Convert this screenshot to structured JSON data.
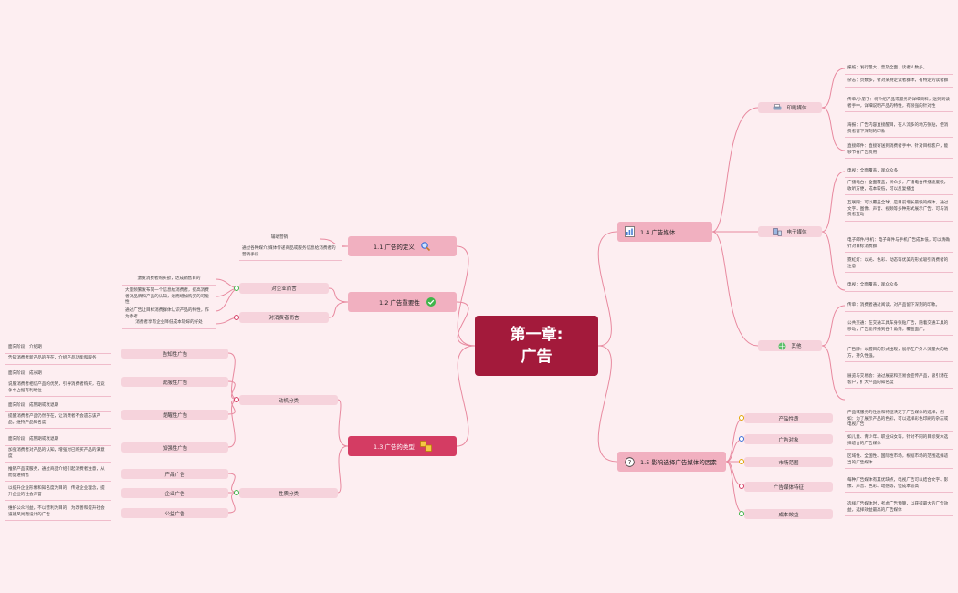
{
  "root": {
    "title_line1": "第一章:",
    "title_line2": "广告"
  },
  "topics": {
    "definition": {
      "label": "1.1 广告的定义",
      "children": [
        "辅助营销",
        "通过各种媒介/媒体传递商品或服务信息给消费者的营销手段"
      ],
      "leaves": []
    },
    "importance": {
      "label": "1.2 广告重要性",
      "children": [
        "对企业而言",
        "对消费者而言"
      ],
      "leaves_enterprise": [
        "激发消费者购买欲，达成销售目的",
        "大量频繁发布同一个信息给消费者，提高消费者对品牌和产品的认知，进而增加购买的可能性",
        "通过广告让目标消费群体认识产品的特性，作为参考"
      ],
      "leaves_consumer": [
        "消费者享有企业降低成本转嫁的好处"
      ]
    },
    "categories": {
      "label": "1.3 广告的类型",
      "motive_label": "动机分类",
      "nature_label": "性质分类",
      "motive_children": [
        "告知性广告",
        "说服性广告",
        "提醒性广告",
        "加强性广告"
      ],
      "motive_leaves": [
        [
          "面向阶段：介绍期",
          "告知消费者新产品的存在，介绍产品功能和服务"
        ],
        [
          "面向阶段：成长期",
          "说服消费者相信产品的优势，引导消费者购买，在竞争中占据有利地位"
        ],
        [
          "面向阶段：成熟期或衰退期",
          "提醒消费者产品仍然存在，让消费者不会遗忘该产品，维持产品知名度"
        ],
        [
          "面向阶段：成熟期或衰退期",
          "加强消费者对产品的认知，增强对已购买产品的满意度"
        ]
      ],
      "nature_children": [
        "产品广告",
        "企业广告",
        "公益广告"
      ],
      "nature_leaves": [
        "推销产品或服务，通过商品介绍引起消费者注意，从而促进销售",
        "以提升企业形象和知名度为目的，传递企业理念，提升企业的社会声誉",
        "维护公众利益，不以营利为目的，为改善和提升社会道德风尚而设计的广告"
      ]
    },
    "media": {
      "label": "1.4 广告媒体",
      "children": [
        "印刷媒体",
        "电子媒体",
        "其他"
      ],
      "print_leaves": [
        "报纸：发行量大、普及全面、读者人数多。",
        "杂志：页数多，针对某特定读者群体，有特定的读者群",
        "传单/小册子：将介绍产品或服务的详细资料，送到到读者手中，详细说明产品的特性，有很强的针对性",
        "海报：广告内容直接醒目，在人流多的地方张贴，使消费者留下深刻的印象",
        "直接邮件：直接寄送到消费者手中，针对目标客户，能够节省广告费用"
      ],
      "electronic_leaves": [
        "电视：全面覆盖，观众众多",
        "广播电台：全面覆盖，听众多，广播电台传播速度快，收听方便，成本较低，可以反复播出",
        "互联网：可以覆盖全球，是目前增长最快的媒体，通过文字、图像、声音、视频等多种形式展示广告，可与消费者互动",
        "电子邮件/手机：电子邮件与手机广告成本低，可以精确针对目标消费群",
        "霓虹灯：以光、色彩、动态等优美的形式吸引消费者的注意"
      ],
      "other_leaves": [
        "传单：消费者通过阅读，对产品留下深刻的印象。",
        "公共交通：在交通工具车身张贴广告，随着交通工具的移动，广告能传播到各个角落，覆盖面广。",
        "广告牌：以醒目的形式出现，展示在户外人流量大的地方，持久性强。",
        "展览与交易会：通过展览和交易会宣传产品，吸引潜在客户，扩大产品的知名度"
      ]
    },
    "factors": {
      "label": "1.5 影响选择广告媒体的因素",
      "children": [
        "产品性质",
        "广告对象",
        "市场范围",
        "广告媒体特征",
        "成本效益"
      ],
      "leaves": [
        "产品或服务的性质和特征决定了广告媒体的选择，例如：为了展示产品的色彩，可以选择彩色印刷的杂志或电视广告",
        "如儿童、青少年、职业妇女等，针对不同的目标受众选择适合的广告媒体",
        "区域性、全国性、国际性市场，根据市场的范围选择适当的广告媒体",
        "每种广告媒体有其优缺点，电视广告可以结合文字、影像、声音、色彩、动感等，但成本较高",
        "选择广告媒体时，考虑广告预算，以获得最大的广告效益，选择效益最高的广告媒体"
      ]
    }
  },
  "colors": {
    "root": "#a31a3b",
    "line": "#e8899f",
    "accent": "#d43c63",
    "background": "#fdeef1"
  }
}
